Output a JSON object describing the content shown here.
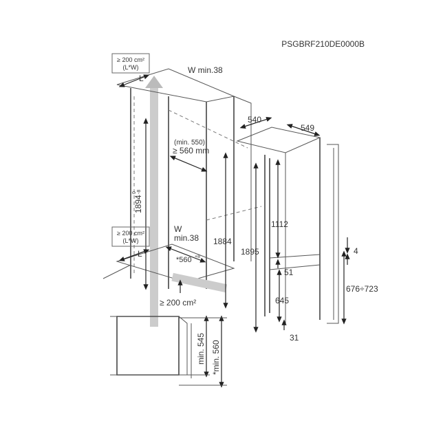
{
  "model_code": "PSGBRF210DE0000B",
  "left_diagram": {
    "vent_top_area": "≥ 200 cm²",
    "vent_top_formula": "(L*W)",
    "top_L": "L",
    "top_W": "W min.38",
    "depth_min": "(min. 550)",
    "depth_recommended": "≥ 560 mm",
    "niche_height": "1894",
    "niche_height_tolerance_upper": "0",
    "niche_height_tolerance_lower": "-8",
    "vent_bottom_area": "≥ 200 cm²",
    "vent_bottom_formula": "(L*W)",
    "bottom_W": "W",
    "bottom_W_min": "min.38",
    "bottom_L": "L",
    "niche_width": "*560",
    "niche_width_tolerance": "+8",
    "plinth_vent_area": "≥ 200 cm²",
    "niche_height_alt": "1884"
  },
  "right_diagram": {
    "depth": "540",
    "width": "549",
    "door_upper_height": "1112",
    "total_height": "1895",
    "gap": "51",
    "door_lower_height": "645",
    "bottom_offset": "31",
    "hinge_gap": "4",
    "door_range": "676÷723"
  },
  "bottom_diagram": {
    "min_depth_1": "min. 545",
    "min_depth_2": "*min. 560"
  }
}
